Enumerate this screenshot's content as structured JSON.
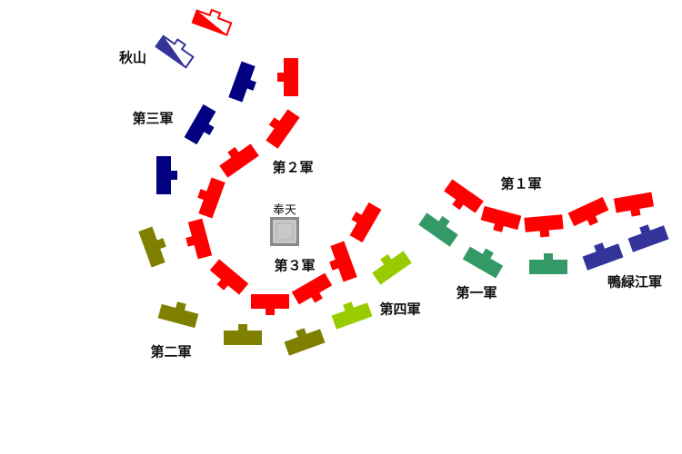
{
  "labels": {
    "akiyama": "秋山",
    "third_army": "第三軍",
    "second_army_ru": "第２軍",
    "third_army_ru": "第３軍",
    "fourth_army": "第四軍",
    "second_army": "第二軍",
    "first_army": "第一軍",
    "first_army_ru": "第１軍",
    "yalu_army": "鴨緑江軍",
    "city": "奉天"
  },
  "colors": {
    "russian": "#ff0000",
    "third_army": "#000080",
    "akiyama": "#333399",
    "second_army": "#808000",
    "fourth_army": "#99cc00",
    "first_army": "#339966",
    "yalu_army": "#333399",
    "city": "#999999"
  }
}
